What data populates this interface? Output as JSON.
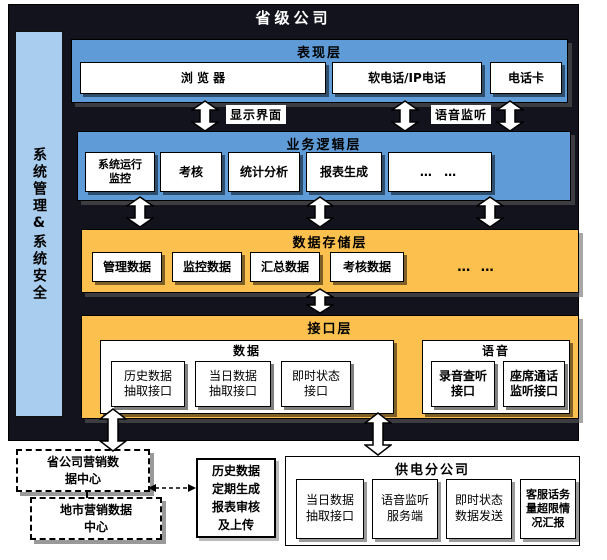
{
  "diagram": {
    "title": "省级公司",
    "sidebar_label": "系统管理&系统安全",
    "presentation": {
      "title": "表现层",
      "items": [
        "浏  览  器",
        "软电话/IP电话",
        "电话卡"
      ]
    },
    "link_labels": {
      "display": "显示界面",
      "voice": "语音监听"
    },
    "business": {
      "title": "业务逻辑层",
      "items": [
        "系统运行\n监控",
        "考核",
        "统计分析",
        "报表生成",
        "…  …"
      ]
    },
    "storage": {
      "title": "数据存储层",
      "items": [
        "管理数据",
        "监控数据",
        "汇总数据",
        "考核数据"
      ],
      "ellipsis": "…  …"
    },
    "interface": {
      "title": "接口层",
      "data_group": {
        "title": "数据",
        "items": [
          "历史数据\n抽取接口",
          "当日数据\n抽取接口",
          "即时状态\n接口"
        ]
      },
      "voice_group": {
        "title": "语音",
        "items": [
          "录音查听\n接口",
          "座席通话\n监听接口"
        ]
      }
    },
    "external": {
      "provincial_marketing": "省公司营销数\n据中心",
      "city_marketing": "地市营销数据\n中心",
      "report_flow": "历史数据\n定期生成\n报表审核\n及上传",
      "branch": {
        "title": "供电分公司",
        "items": [
          "当日数据\n抽取接口",
          "语音监听\n服务端",
          "即时状态\n数据发送",
          "客服话务\n量超限情\n况汇报"
        ]
      }
    }
  }
}
